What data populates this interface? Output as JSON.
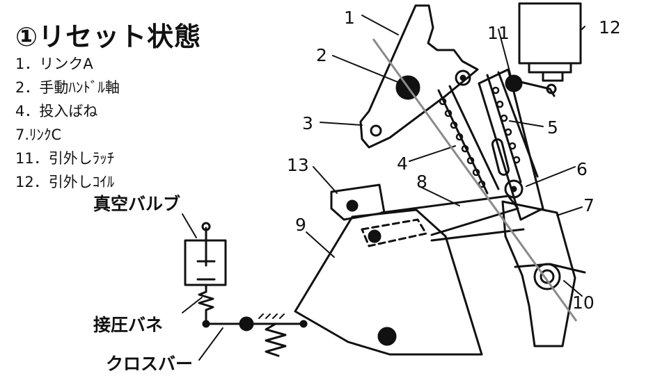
{
  "title": "①リセット状態",
  "legend": [
    "1．リンクA",
    "2．手動ﾊﾝﾄﾞﾙ軸",
    "4．投入ばね",
    "7.ﾘﾝｸC",
    "11．引外しﾗｯﾁ",
    "12．引外しｺｲﾙ"
  ],
  "part_numbers": {
    "n1": "1",
    "n2": "2",
    "n3": "3",
    "n4": "4",
    "n5": "5",
    "n6": "6",
    "n7": "7",
    "n8": "8",
    "n9": "9",
    "n10": "10",
    "n11": "11",
    "n12": "12",
    "n13": "13"
  },
  "labels": {
    "vacuum_valve": "真空バルブ",
    "contact_spring": "接圧バネ",
    "crossbar": "クロスバー"
  }
}
